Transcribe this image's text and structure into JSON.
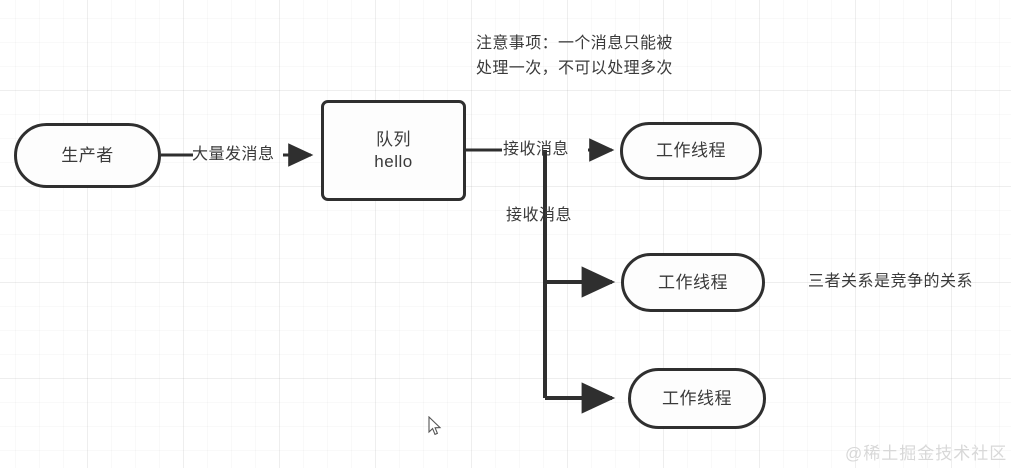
{
  "diagram": {
    "title_note": "注意事项：一个消息只能被\n处理一次，不可以处理多次",
    "side_note": "三者关系是竞争的关系",
    "watermark": "@稀土掘金技术社区",
    "nodes": [
      {
        "id": "producer",
        "label": "生产者",
        "shape": "pill"
      },
      {
        "id": "queue",
        "label": "队列\nhello",
        "shape": "rect"
      },
      {
        "id": "worker1",
        "label": "工作线程",
        "shape": "pill"
      },
      {
        "id": "worker2",
        "label": "工作线程",
        "shape": "pill"
      },
      {
        "id": "worker3",
        "label": "工作线程",
        "shape": "pill"
      }
    ],
    "edges": [
      {
        "id": "produce",
        "label": "大量发消息",
        "from": "producer",
        "to": "queue"
      },
      {
        "id": "consume1",
        "label": "接收消息",
        "from": "queue",
        "to": "worker1"
      },
      {
        "id": "consume2",
        "label": "接收消息",
        "from": "queue",
        "to": "worker2"
      },
      {
        "id": "consume3",
        "label": "",
        "from": "queue",
        "to": "worker3"
      }
    ],
    "colors": {
      "stroke": "#2f2f2f",
      "node_fill": "#fdfdfd",
      "text": "#3a3a3a",
      "grid": "#ededed",
      "watermark": "#d8d8d8"
    }
  }
}
